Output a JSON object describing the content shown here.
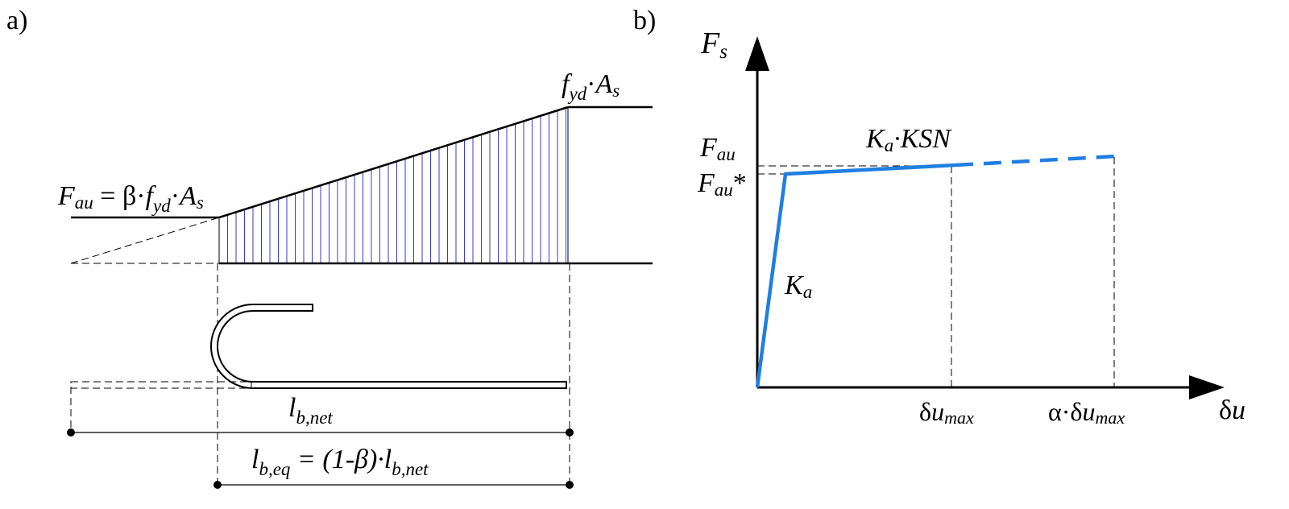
{
  "panel_a": {
    "label": "a)",
    "top_force": {
      "f": "f",
      "f_sub": "yd",
      "dot": "·",
      "A": "A",
      "A_sub": "s"
    },
    "anchor_force": {
      "F": "F",
      "F_sub": "au",
      "eq": " = β·",
      "f": "f",
      "f_sub": "yd",
      "dot": "·",
      "A": "A",
      "A_sub": "s"
    },
    "dim_net": {
      "l": "l",
      "sub": "b,net"
    },
    "dim_eq": {
      "l": "l",
      "sub": "b,eq",
      "middle": " = (1-β)·",
      "l2": "l",
      "sub2": "b,net"
    }
  },
  "panel_b": {
    "label": "b)",
    "y_axis": {
      "F": "F",
      "sub": "s"
    },
    "x_axis": {
      "text": "δ",
      "u": "u"
    },
    "f_au": {
      "F": "F",
      "sub": "au"
    },
    "f_au_star": {
      "F": "F",
      "sub": "au",
      "star": "*"
    },
    "ka": {
      "K": "K",
      "sub": "a"
    },
    "ka_ksn": {
      "K": "K",
      "sub": "a",
      "rest": "·KSN"
    },
    "du_max": {
      "delta": "δ",
      "u": "u",
      "sub": "max"
    },
    "alpha_du_max": {
      "alpha": "α·",
      "delta": "δ",
      "u": "u",
      "sub": "max"
    },
    "colors": {
      "curve": "#1f7fe0",
      "hatch": "#3a3ad0"
    }
  }
}
